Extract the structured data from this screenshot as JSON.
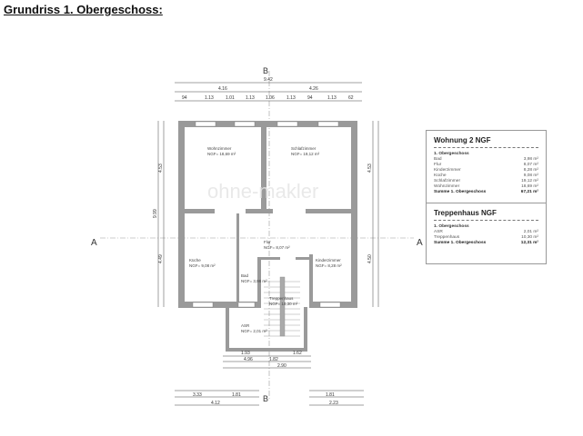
{
  "title": "Grundriss 1. Obergeschoss:",
  "plan": {
    "section_marks": [
      "A",
      "A",
      "B",
      "B"
    ],
    "watermark": "ohne-makler",
    "rooms": [
      {
        "name": "Wohnzimmer",
        "area": "NGF= 18,69 m²"
      },
      {
        "name": "Schlafzimmer",
        "area": "NGF= 19,12 m²"
      },
      {
        "name": "Küche",
        "area": "NGF= 9,08 m²"
      },
      {
        "name": "Bad",
        "area": "NGF= 3,98 m²"
      },
      {
        "name": "Flur",
        "area": "NGF= 8,07 m²"
      },
      {
        "name": "Kinderzimmer",
        "area": "NGF= 8,28 m²"
      },
      {
        "name": "Treppenhaus",
        "area": "NGF= 10,30 m²"
      },
      {
        "name": "ASR",
        "area": "NGF= 2,01 m²"
      }
    ],
    "dims": {
      "total_width": "9.42",
      "top_left": "4.16",
      "top_right": "4.26",
      "top_segments": [
        "94",
        "1.13",
        "1.01",
        "1.13",
        "1.06",
        "1.13",
        "94",
        "1.13",
        "62"
      ],
      "left_upper": "4.53",
      "left_lower": "4.49",
      "left_total": "9.99",
      "right_upper": "4.53",
      "right_lower": "4.50",
      "stair_a": "1.93",
      "stair_b": "1.62",
      "stair_c": "4.96",
      "stair_d": "1.82",
      "stair_e": "2.90",
      "bottom_left": "3.33",
      "bottom_left_b": "1.81",
      "bottom_total": "4.12",
      "bottom_right": "1.81",
      "bottom_right_total": "2.23"
    }
  },
  "legend": {
    "wohnung": {
      "title": "Wohnung 2 NGF",
      "floor": "1. Obergeschoss",
      "items": [
        {
          "name": "Bad",
          "area": "3,98 m²"
        },
        {
          "name": "Flur",
          "area": "8,07 m²"
        },
        {
          "name": "Kinderzimmer",
          "area": "8,28 m²"
        },
        {
          "name": "Küche",
          "area": "9,08 m²"
        },
        {
          "name": "Schlafzimmer",
          "area": "19,12 m²"
        },
        {
          "name": "Wohnzimmer",
          "area": "18,69 m²"
        }
      ],
      "sum_label": "Summe 1. Obergeschoss",
      "sum_value": "67,21 m²"
    },
    "treppenhaus": {
      "title": "Treppenhaus NGF",
      "floor": "1. Obergeschoss",
      "items": [
        {
          "name": "ASR",
          "area": "2,01 m²"
        },
        {
          "name": "Treppenhaus",
          "area": "10,30 m²"
        }
      ],
      "sum_label": "Summe 1. Obergeschoss",
      "sum_value": "12,31 m²"
    }
  }
}
